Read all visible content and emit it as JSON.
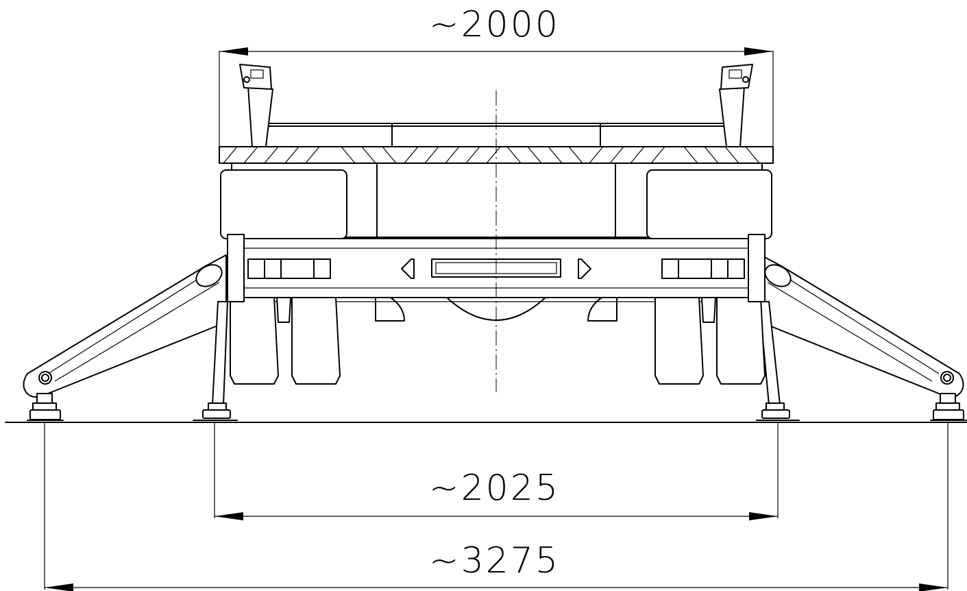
{
  "drawing": {
    "dimensions": {
      "top": "~2000",
      "middle": "~2025",
      "bottom": "~3275"
    }
  }
}
